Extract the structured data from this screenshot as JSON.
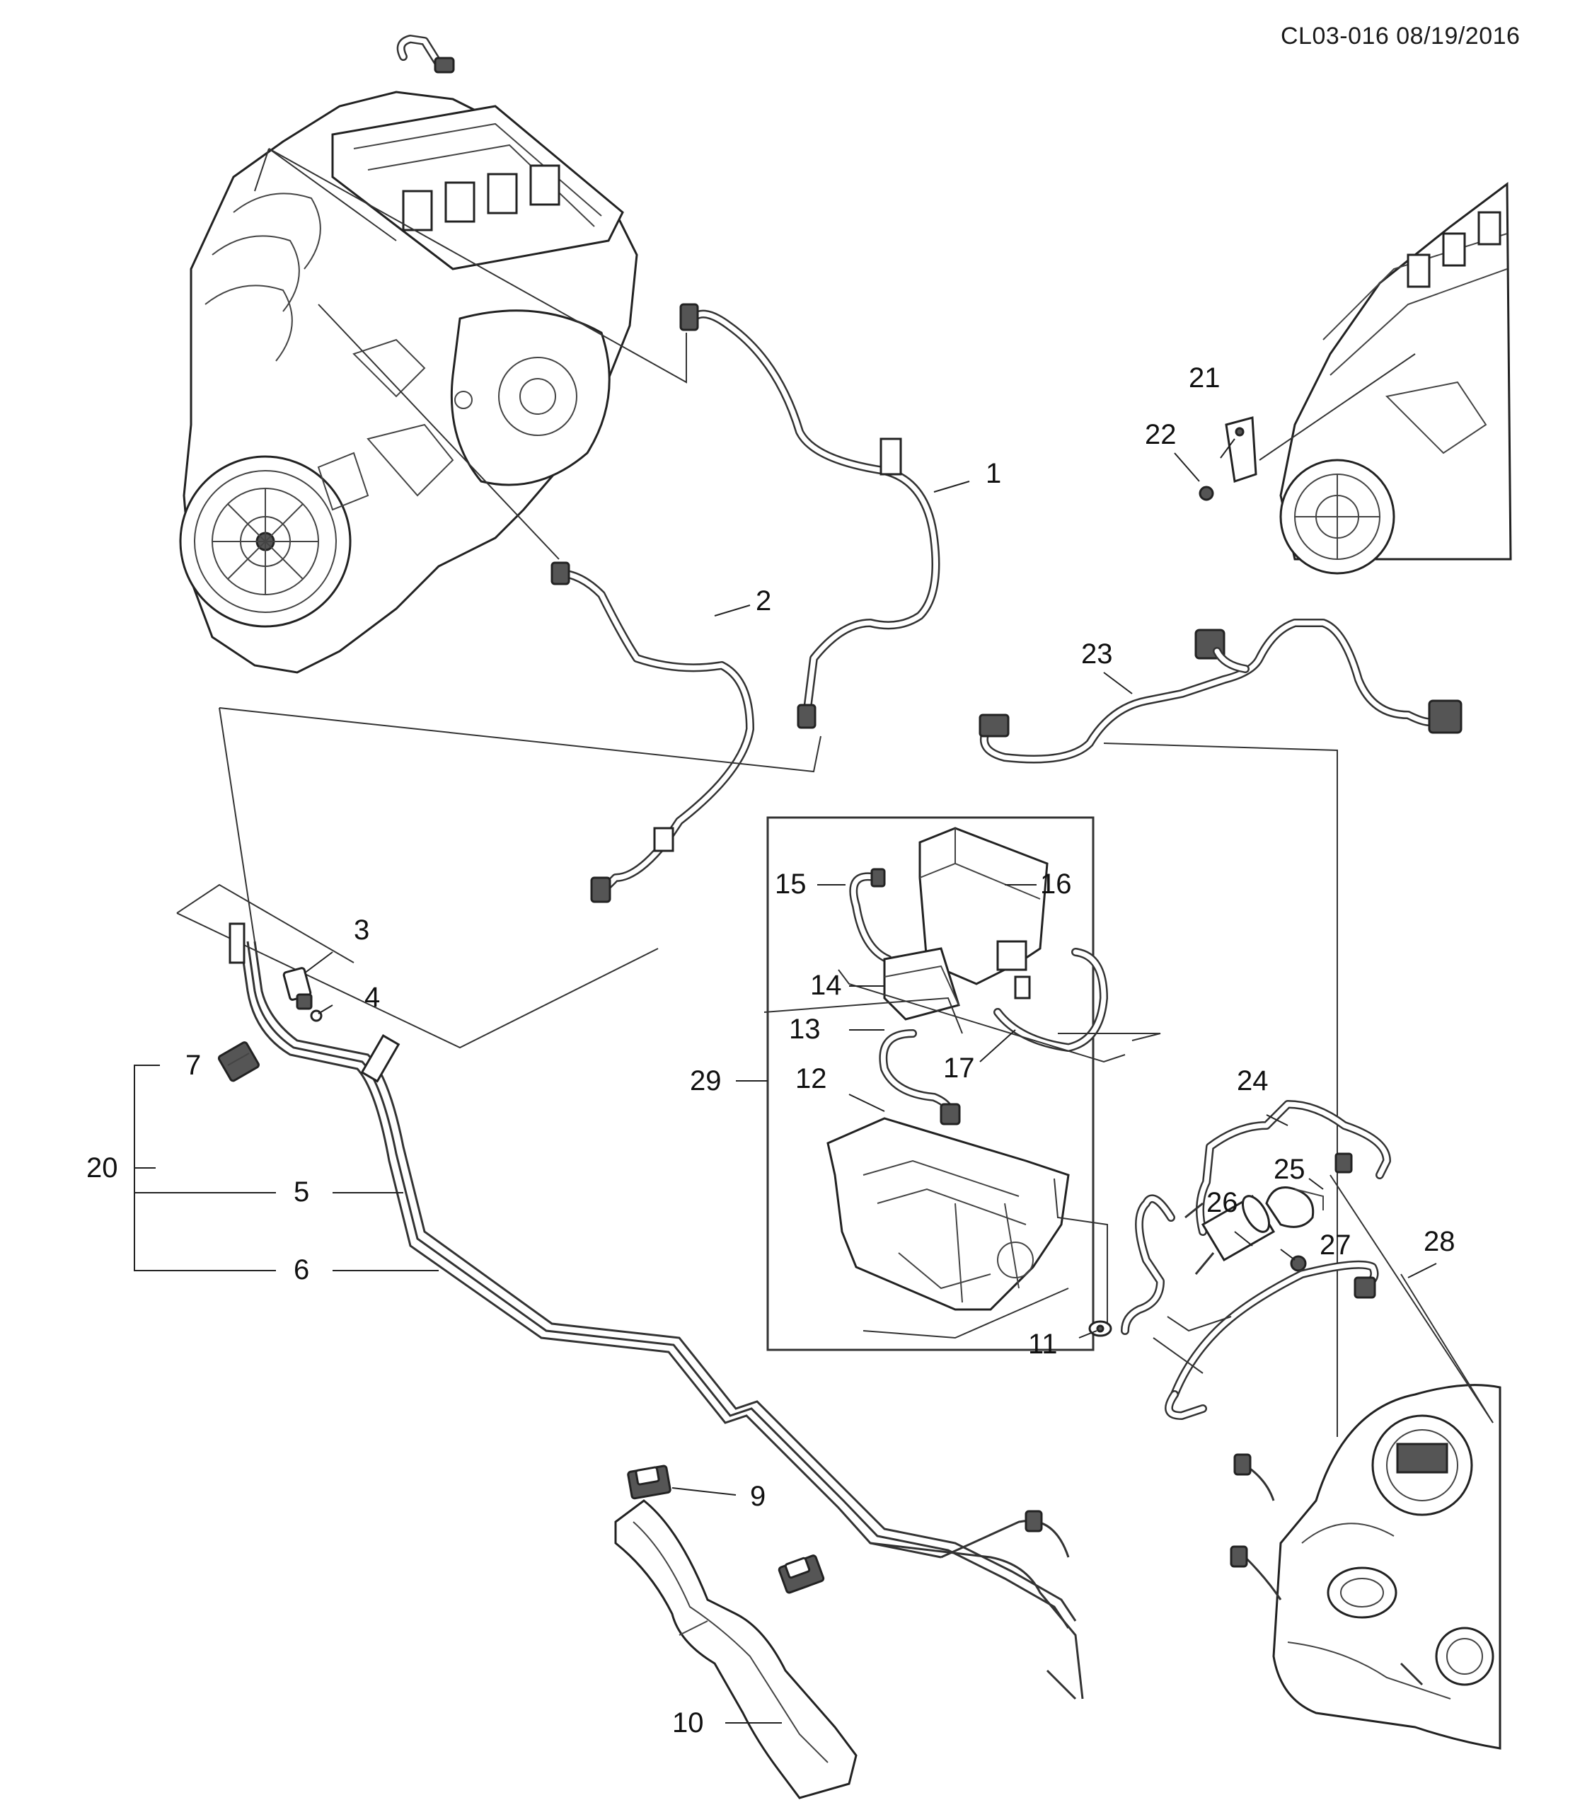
{
  "document_code": "CL03-016 08/19/2016",
  "callouts": [
    "1",
    "2",
    "3",
    "4",
    "5",
    "6",
    "7",
    "9",
    "10",
    "11",
    "12",
    "13",
    "14",
    "15",
    "16",
    "17",
    "20",
    "21",
    "22",
    "23",
    "24",
    "25",
    "26",
    "27",
    "28",
    "29"
  ],
  "illustrations": {
    "engine_main": "engine-assembly",
    "engine_inset": "engine-assembly-inset",
    "evap_box": "evap-canister-assembly",
    "fuel_tank": "fuel-tank-assembly"
  }
}
